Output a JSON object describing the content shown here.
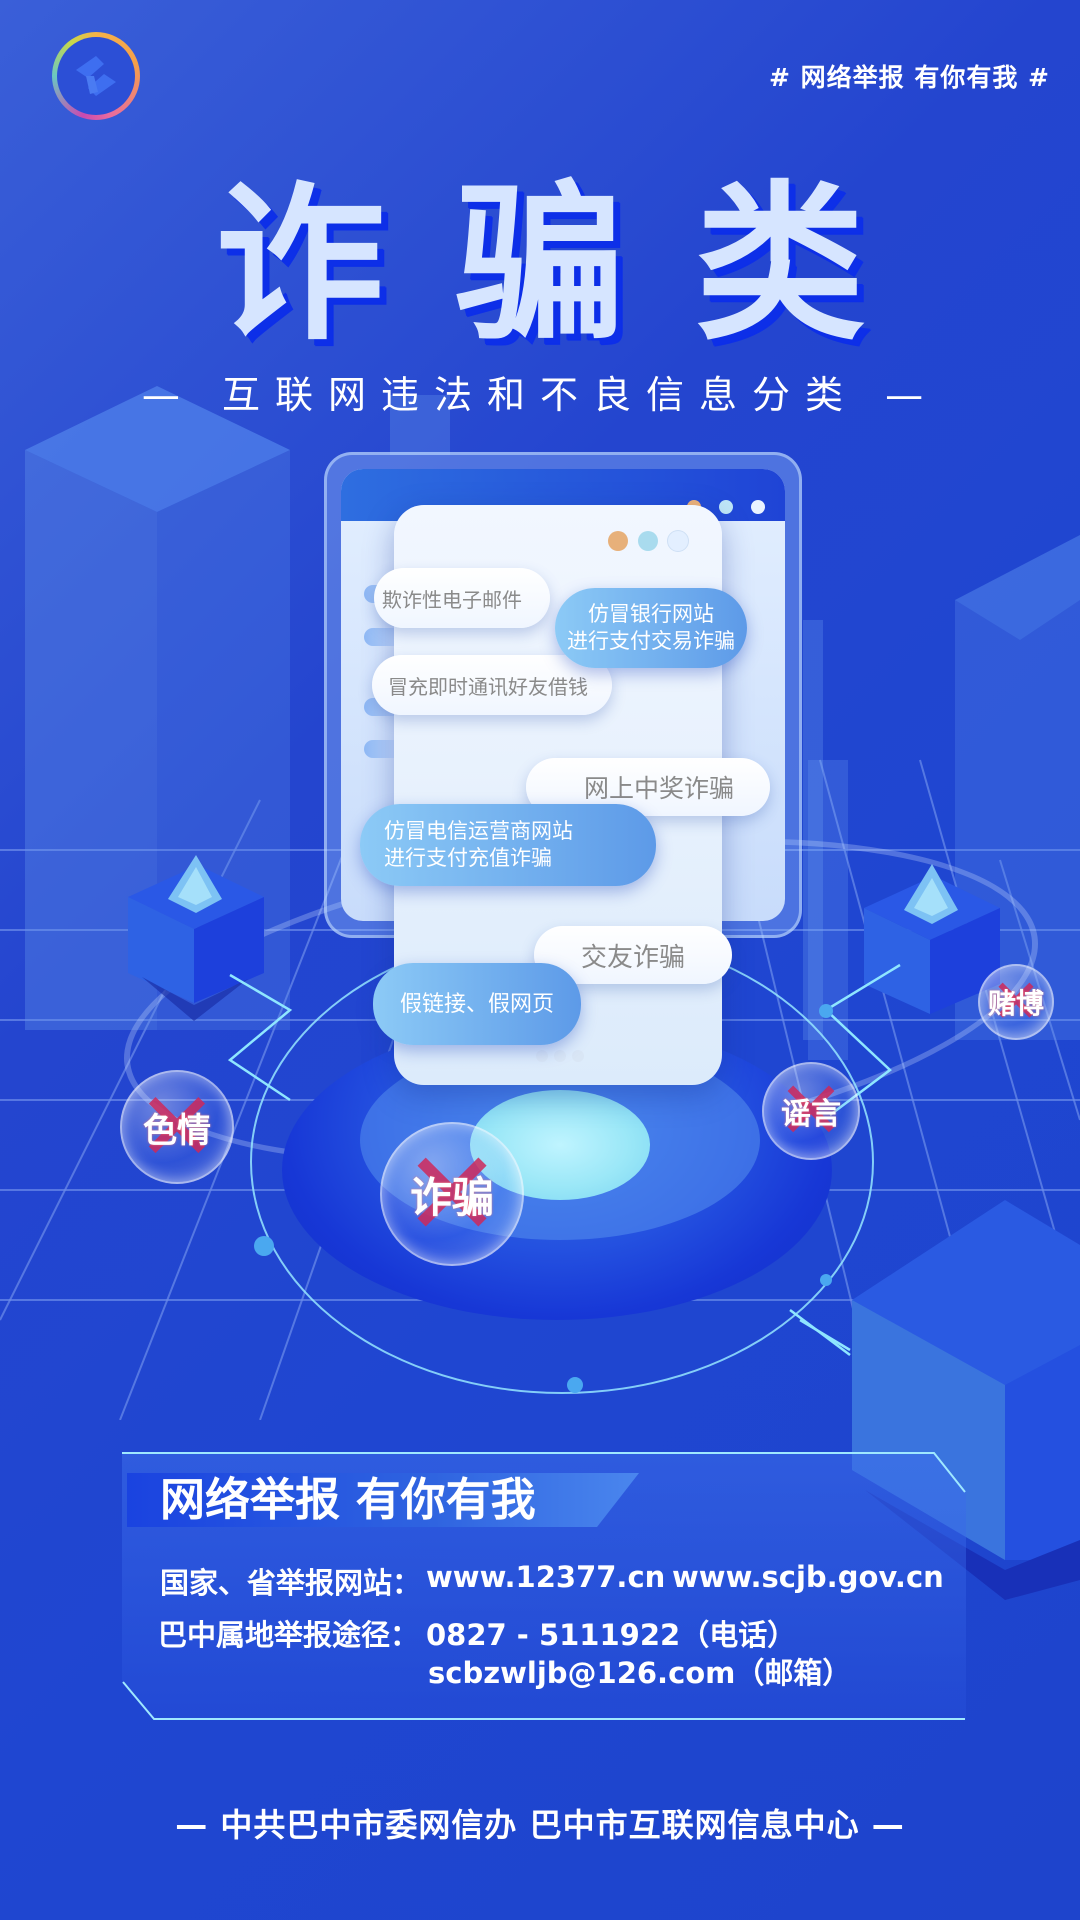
{
  "header": {
    "logo": "cyberspace-logo-icon",
    "hashtag": "# 网络举报 有你有我 #"
  },
  "title": {
    "main": "诈骗类",
    "subtitle": "— 互联网违法和不良信息分类 —"
  },
  "illustration": {
    "window_dots_back": [
      "#f0b478",
      "#bfe7f7",
      "#eaf3ff"
    ],
    "window_dots_front": [
      "#e7b07a",
      "#a9dbee",
      "#e3efff"
    ],
    "bubbles": [
      {
        "text": "欺诈性电子邮件",
        "style": "white"
      },
      {
        "text_line1": "仿冒银行网站",
        "text_line2": "进行支付交易诈骗",
        "style": "blue"
      },
      {
        "text": "冒充即时通讯好友借钱",
        "style": "white"
      },
      {
        "text": "网上中奖诈骗",
        "style": "white"
      },
      {
        "text_line1": "仿冒电信运营商网站",
        "text_line2": "进行支付充值诈骗",
        "style": "blue"
      },
      {
        "text": "交友诈骗",
        "style": "white"
      },
      {
        "text": "假链接、假网页",
        "style": "blue"
      }
    ],
    "banned_badges": [
      {
        "text": "色情",
        "icon": "cross-icon"
      },
      {
        "text": "诈骗",
        "icon": "cross-icon"
      },
      {
        "text": "谣言",
        "icon": "cross-icon"
      },
      {
        "text": "赌博",
        "icon": "cross-icon"
      }
    ]
  },
  "panel": {
    "title": "网络举报 有你有我",
    "national_label": "国家、省举报网站：",
    "national_site1": "www.12377.cn",
    "national_site2": "www.scjb.gov.cn",
    "local_label": "巴中属地举报途径：",
    "local_phone": "0827 - 5111922（电话）",
    "local_email": "scbzwljb@126.com（邮箱）"
  },
  "footer": {
    "text": "— 中共巴中市委网信办  巴中市互联网信息中心 —"
  },
  "colors": {
    "background": "#2247d0",
    "title_fill": "#d6e5ff",
    "title_shadow": "#0d2fe8",
    "cross_red": "#ce285a"
  }
}
